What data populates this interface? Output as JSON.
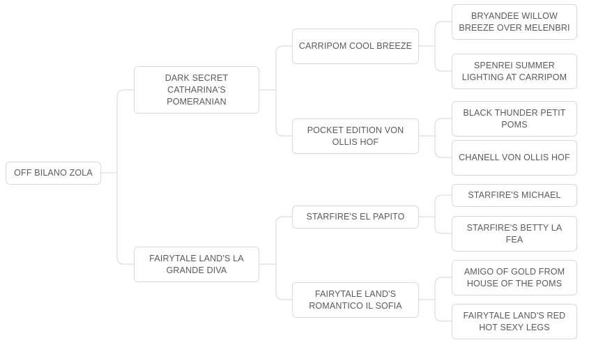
{
  "diagram": {
    "type": "pedigree-tree",
    "orientation": "left-to-right",
    "generations": 4,
    "colors": {
      "box_border": "#d9d9d9",
      "connector": "#d6d6d6",
      "text": "#5a5a5a",
      "background": "#ffffff"
    },
    "nodes": {
      "subject": {
        "name": "OFF BILANO ZOLA"
      },
      "generation1": [
        {
          "name": "DARK SECRET CATHARINA'S POMERANIAN"
        },
        {
          "name": "FAIRYTALE LAND'S LA GRANDE DIVA"
        }
      ],
      "generation2": [
        {
          "name": "CARRIPOM COOL BREEZE"
        },
        {
          "name": "POCKET EDITION VON OLLIS HOF"
        },
        {
          "name": "STARFIRE'S EL PAPITO"
        },
        {
          "name": "FAIRYTALE LAND'S ROMANTICO IL SOFIA"
        }
      ],
      "generation3": [
        {
          "name": "BRYANDEE WILLOW BREEZE OVER MELENBRI"
        },
        {
          "name": "SPENREI SUMMER LIGHTING AT CARRIPOM"
        },
        {
          "name": "BLACK THUNDER PETIT POMS"
        },
        {
          "name": "CHANELL VON OLLIS HOF"
        },
        {
          "name": "STARFIRE'S MICHAEL"
        },
        {
          "name": "STARFIRE'S BETTY LA FEA"
        },
        {
          "name": "AMIGO OF GOLD FROM HOUSE OF THE POMS"
        },
        {
          "name": "FAIRYTALE LAND'S RED HOT SEXY LEGS"
        }
      ]
    }
  }
}
